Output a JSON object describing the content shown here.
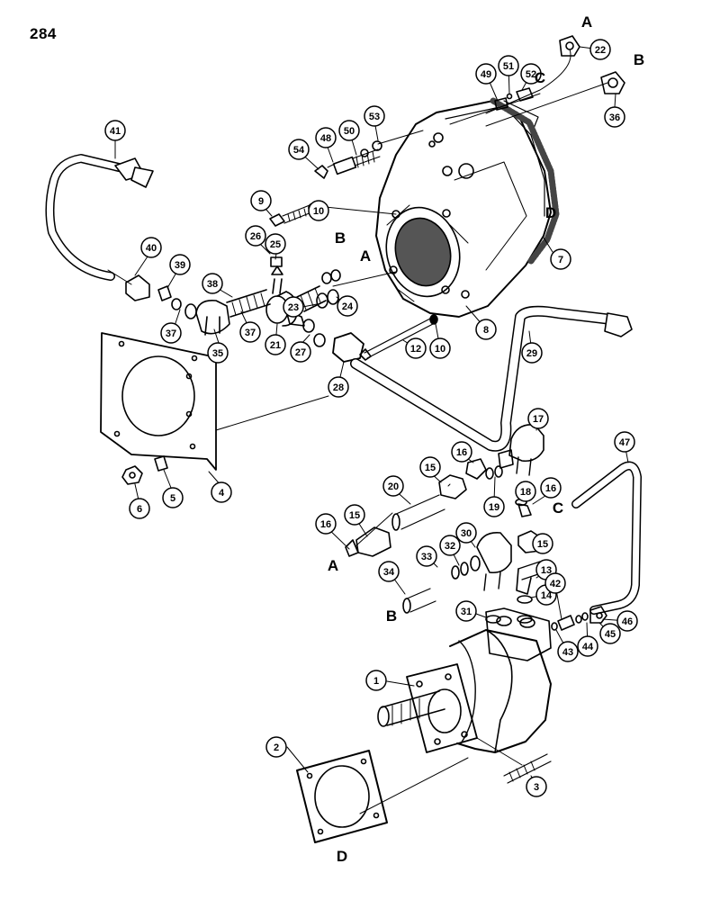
{
  "page_number": "284",
  "callouts": [
    {
      "id": "c22",
      "label": "22"
    },
    {
      "id": "c36",
      "label": "36"
    },
    {
      "id": "c52",
      "label": "52"
    },
    {
      "id": "c51",
      "label": "51"
    },
    {
      "id": "c49",
      "label": "49"
    },
    {
      "id": "c53",
      "label": "53"
    },
    {
      "id": "c50",
      "label": "50"
    },
    {
      "id": "c48",
      "label": "48"
    },
    {
      "id": "c54",
      "label": "54"
    },
    {
      "id": "c41",
      "label": "41"
    },
    {
      "id": "c9",
      "label": "9"
    },
    {
      "id": "c10a",
      "label": "10"
    },
    {
      "id": "c26",
      "label": "26"
    },
    {
      "id": "c25",
      "label": "25"
    },
    {
      "id": "c40",
      "label": "40"
    },
    {
      "id": "c39",
      "label": "39"
    },
    {
      "id": "c38",
      "label": "38"
    },
    {
      "id": "c37a",
      "label": "37"
    },
    {
      "id": "c37b",
      "label": "37"
    },
    {
      "id": "c35",
      "label": "35"
    },
    {
      "id": "c21",
      "label": "21"
    },
    {
      "id": "c23",
      "label": "23"
    },
    {
      "id": "c24",
      "label": "24"
    },
    {
      "id": "c27",
      "label": "27"
    },
    {
      "id": "c28",
      "label": "28"
    },
    {
      "id": "c12",
      "label": "12"
    },
    {
      "id": "c10b",
      "label": "10"
    },
    {
      "id": "c8",
      "label": "8"
    },
    {
      "id": "c7",
      "label": "7"
    },
    {
      "id": "c29",
      "label": "29"
    },
    {
      "id": "c4",
      "label": "4"
    },
    {
      "id": "c5",
      "label": "5"
    },
    {
      "id": "c6",
      "label": "6"
    },
    {
      "id": "c17",
      "label": "17"
    },
    {
      "id": "c16a",
      "label": "16"
    },
    {
      "id": "c15a",
      "label": "15"
    },
    {
      "id": "c20",
      "label": "20"
    },
    {
      "id": "c19",
      "label": "19"
    },
    {
      "id": "c18",
      "label": "18"
    },
    {
      "id": "c16b",
      "label": "16"
    },
    {
      "id": "c47",
      "label": "47"
    },
    {
      "id": "c16c",
      "label": "16"
    },
    {
      "id": "c15b",
      "label": "15"
    },
    {
      "id": "c30",
      "label": "30"
    },
    {
      "id": "c15c",
      "label": "15"
    },
    {
      "id": "c32",
      "label": "32"
    },
    {
      "id": "c33",
      "label": "33"
    },
    {
      "id": "c34",
      "label": "34"
    },
    {
      "id": "c31",
      "label": "31"
    },
    {
      "id": "c13",
      "label": "13"
    },
    {
      "id": "c14",
      "label": "14"
    },
    {
      "id": "c42",
      "label": "42"
    },
    {
      "id": "c46",
      "label": "46"
    },
    {
      "id": "c45",
      "label": "45"
    },
    {
      "id": "c44",
      "label": "44"
    },
    {
      "id": "c43",
      "label": "43"
    },
    {
      "id": "c1",
      "label": "1"
    },
    {
      "id": "c2",
      "label": "2"
    },
    {
      "id": "c3",
      "label": "3"
    }
  ],
  "connection_letters": [
    {
      "id": "lA1",
      "label": "A"
    },
    {
      "id": "lB1",
      "label": "B"
    },
    {
      "id": "lC1",
      "label": "C"
    },
    {
      "id": "lD1",
      "label": "D"
    },
    {
      "id": "lB2",
      "label": "B"
    },
    {
      "id": "lA2",
      "label": "A"
    },
    {
      "id": "lC2",
      "label": "C"
    },
    {
      "id": "lA3",
      "label": "A"
    },
    {
      "id": "lB3",
      "label": "B"
    },
    {
      "id": "lD2",
      "label": "D"
    }
  ]
}
